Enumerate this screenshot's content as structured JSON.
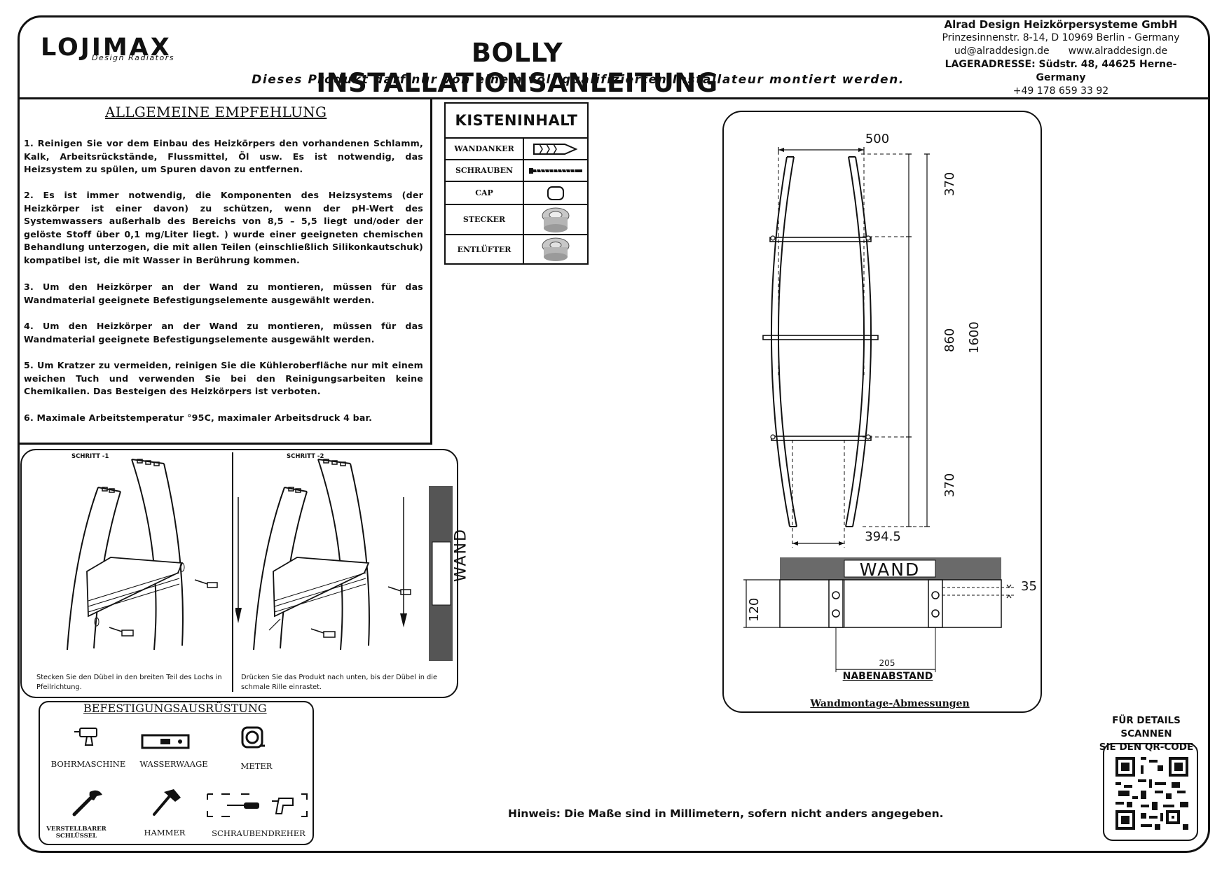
{
  "header": {
    "logo": "LOJIMAX",
    "logo_sub": "Design Radiators",
    "title": "BOLLY INSTALLATIONSANLEITUNG",
    "subtitle": "Dieses Produkt darf nur von einem voll qualifizierten Installateur montiert werden."
  },
  "company": {
    "name": "Alrad Design Heizkörpersysteme GmbH",
    "address": "Prinzesinnenstr. 8-14, D 10969 Berlin - Germany",
    "email": "ud@alraddesign.de",
    "website": "www.alraddesign.de",
    "warehouse": "LAGERADRESSE: Südstr. 48, 44625 Herne- Germany",
    "phone": "+49 178 659 33 92"
  },
  "recommendations": {
    "title": "ALLGEMEINE EMPFEHLUNG",
    "items": [
      "1. Reinigen Sie vor dem Einbau des Heizkörpers den vorhandenen Schlamm, Kalk, Arbeitsrückstände, Flussmittel, Öl usw. Es ist notwendig, das Heizsystem zu spülen, um Spuren davon zu entfernen.",
      "2. Es ist immer notwendig, die Komponenten des Heizsystems (der Heizkörper ist einer davon) zu schützen, wenn der pH-Wert des Systemwassers außerhalb des Bereichs von 8,5 – 5,5 liegt und/oder der gelöste Stoff über 0,1 mg/Liter liegt. ) wurde einer geeigneten chemischen Behandlung unterzogen, die mit allen Teilen (einschließlich Silikonkautschuk) kompatibel ist, die mit Wasser in Berührung kommen.",
      "3. Um den Heizkörper an der Wand zu montieren, müssen für das Wandmaterial geeignete Befestigungselemente ausgewählt werden.",
      "4. Um den Heizkörper an der Wand zu montieren, müssen für das Wandmaterial geeignete Befestigungselemente ausgewählt werden.",
      "5. Um Kratzer zu vermeiden, reinigen Sie die Kühleroberfläche nur mit einem weichen Tuch und verwenden Sie bei den Reinigungsarbeiten keine Chemikalien. Das Besteigen des Heizkörpers ist verboten.",
      "6. Maximale Arbeitstemperatur °95C, maximaler Arbeitsdruck 4 bar."
    ]
  },
  "box_contents": {
    "title": "KISTENINHALT",
    "items": [
      {
        "label": "WANDANKER",
        "icon": "wall-anchor-icon"
      },
      {
        "label": "SCHRAUBEN",
        "icon": "screw-icon"
      },
      {
        "label": "CAP",
        "icon": "cap-icon"
      },
      {
        "label": "STECKER",
        "icon": "plug-icon"
      },
      {
        "label": "ENTLÜFTER",
        "icon": "air-vent-icon"
      }
    ]
  },
  "steps": [
    {
      "label": "SCHRITT -1",
      "caption": "Stecken Sie den Dübel in den breiten Teil des Lochs in Pfeilrichtung."
    },
    {
      "label": "SCHRITT -2",
      "caption": "Drücken Sie das Produkt nach unten, bis der Dübel in die schmale Rille einrastet."
    }
  ],
  "wall_label": "WAND",
  "tools": {
    "title": "BEFESTIGUNGSAUSRÜSTUNG",
    "items": [
      {
        "label": "BOHRMASCHINE",
        "icon": "drill-icon"
      },
      {
        "label": "WASSERWAAGE",
        "icon": "spirit-level-icon"
      },
      {
        "label": "METER",
        "icon": "tape-measure-icon"
      },
      {
        "label": "VERSTELLBARER SCHLÜSSEL",
        "icon": "adjustable-wrench-icon"
      },
      {
        "label": "HAMMER",
        "icon": "hammer-icon"
      },
      {
        "label": "SCHRAUBENDREHER",
        "icon": "screwdriver-icon"
      }
    ]
  },
  "drawing": {
    "width_top": "500",
    "dim_370_top": "370",
    "dim_860": "860",
    "dim_1600": "1600",
    "dim_370_bottom": "370",
    "width_bottom": "394.5",
    "wall": "WAND",
    "depth": "120",
    "offset": "35",
    "hub_distance_value": "205",
    "hub_distance_label": "NABENABSTAND",
    "caption": "Wandmontage-Abmessungen"
  },
  "note": "Hinweis: Die Maße sind in Millimetern, sofern nicht anders angegeben.",
  "qr": {
    "title_line1": "FÜR DETAILS SCANNEN",
    "title_line2": "SIE DEN QR-CODE"
  }
}
